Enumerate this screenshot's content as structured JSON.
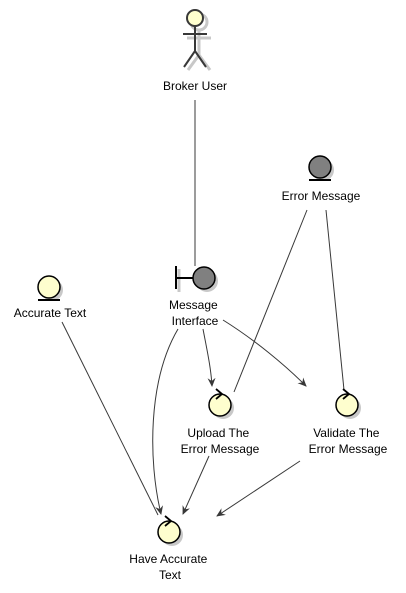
{
  "colors": {
    "line": "#383838",
    "node_fill": "#FEFECE",
    "entity_dark_fill": "#808080",
    "node_stroke": "#000000",
    "shadow": "#c8c8c8"
  },
  "nodes": {
    "broker_user": {
      "label_lines": [
        "Broker User"
      ]
    },
    "error_message": {
      "label_lines": [
        "Error Message"
      ]
    },
    "accurate_text": {
      "label_lines": [
        "Accurate Text"
      ]
    },
    "message_interface": {
      "label_lines": [
        "Message",
        "Interface"
      ]
    },
    "upload_error": {
      "label_lines": [
        "Upload The",
        "Error Message"
      ]
    },
    "validate_error": {
      "label_lines": [
        "Validate The",
        "Error Message"
      ]
    },
    "have_accurate_text": {
      "label_lines": [
        "Have Accurate",
        "Text"
      ]
    }
  }
}
